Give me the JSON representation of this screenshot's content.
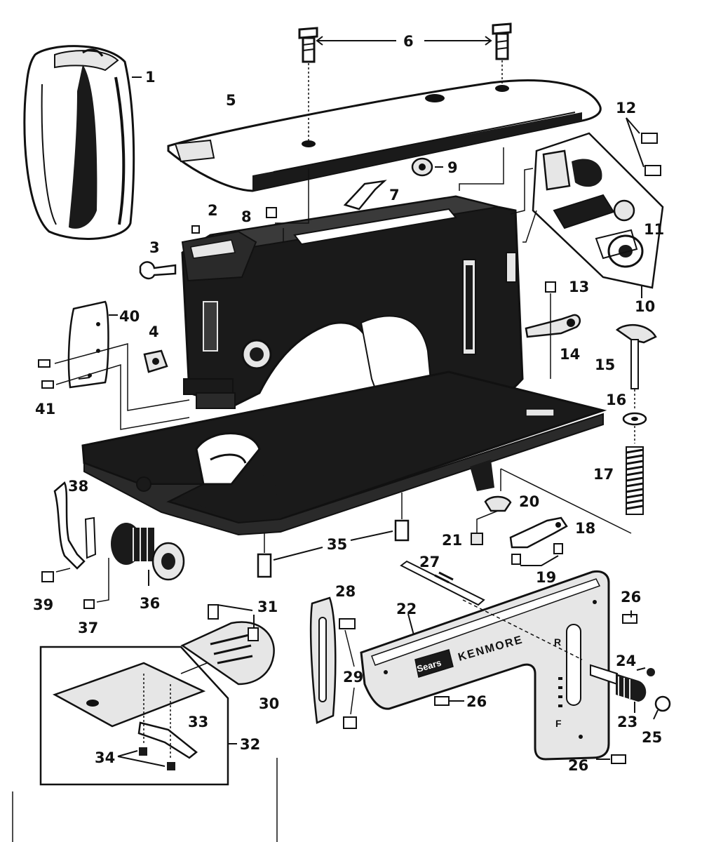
{
  "diagram": {
    "colors": {
      "ink": "#111111",
      "body": "#1a1a1a",
      "paper": "#ffffff",
      "light": "#e6e6e6"
    },
    "brand_badge": "Sears",
    "brand_name": "KENMORE",
    "dial_letters": [
      "R",
      "F"
    ],
    "callouts": [
      "1",
      "2",
      "3",
      "4",
      "5",
      "6",
      "7",
      "8",
      "9",
      "10",
      "11",
      "12",
      "13",
      "14",
      "15",
      "16",
      "17",
      "18",
      "19",
      "20",
      "21",
      "22",
      "23",
      "24",
      "25",
      "26",
      "27",
      "28",
      "29",
      "30",
      "31",
      "32",
      "33",
      "34",
      "35",
      "36",
      "37",
      "38",
      "39",
      "40",
      "41"
    ]
  }
}
